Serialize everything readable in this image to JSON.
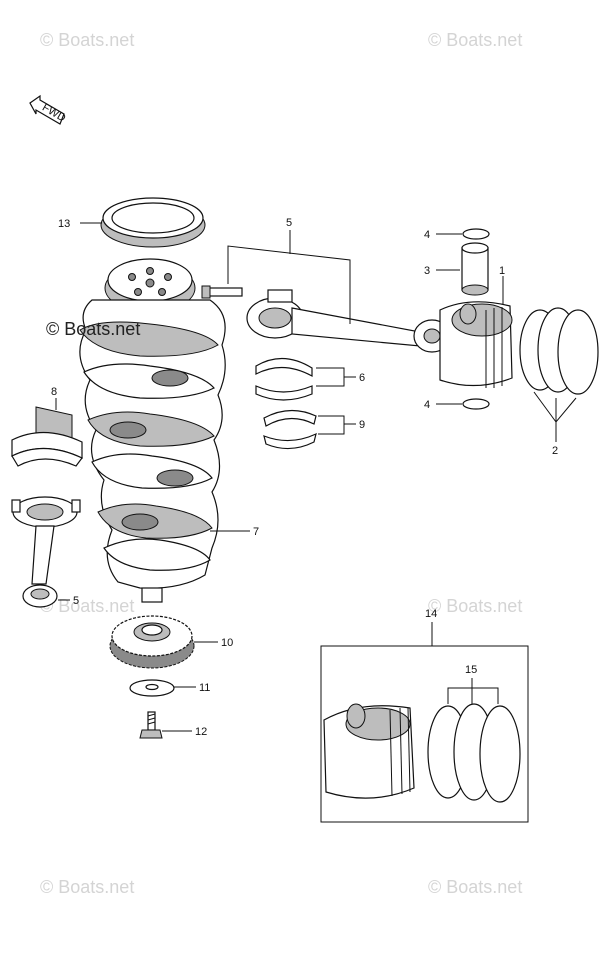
{
  "watermarks": {
    "top_left": "© Boats.net",
    "top_right": "© Boats.net",
    "mid_left": "© Boats.net",
    "mid_right": "© Boats.net",
    "bottom_left": "© Boats.net",
    "bottom_right": "© Boats.net",
    "crank_overlay": "© Boats.net"
  },
  "fwd_arrow": {
    "label": "FWD"
  },
  "callouts": {
    "p1": "1",
    "p2": "2",
    "p3": "3",
    "p4a": "4",
    "p4b": "4",
    "p5a": "5",
    "p5b": "5",
    "p6": "6",
    "p7": "7",
    "p8": "8",
    "p9": "9",
    "p10": "10",
    "p11": "11",
    "p12": "12",
    "p13": "13",
    "p14": "14",
    "p15": "15"
  }
}
